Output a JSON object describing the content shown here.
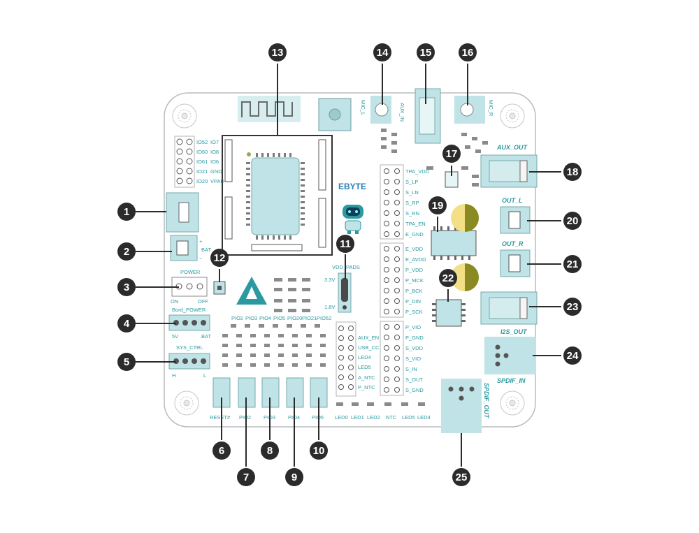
{
  "callouts": [
    "1",
    "2",
    "3",
    "4",
    "5",
    "6",
    "7",
    "8",
    "9",
    "10",
    "11",
    "12",
    "13",
    "14",
    "15",
    "16",
    "17",
    "18",
    "19",
    "20",
    "21",
    "22",
    "23",
    "24",
    "25"
  ],
  "left_header_labels": {
    "col1": [
      "IO52",
      "IO60",
      "IO61",
      "IO21",
      "IO20"
    ],
    "col2": [
      "IO7",
      "IO8",
      "IO6",
      "GND",
      "VPAD"
    ]
  },
  "power_labels": {
    "bat": "BAT",
    "plus": "+",
    "minus": "−",
    "power": "POWER",
    "on": "ON",
    "off": "OFF",
    "bord_power": "Bord_POWER",
    "v5": "5V",
    "bat2": "BAT",
    "sys_ctrl": "SYS_CTRL",
    "h": "H",
    "l": "L"
  },
  "button_labels": [
    "RESET#",
    "PIO2",
    "PIO3",
    "PIO4",
    "PIO5"
  ],
  "pio_row_labels": [
    "PIO2",
    "PIO3",
    "PIO4",
    "PIO5",
    "PIO20",
    "PIO21",
    "PIO52"
  ],
  "led_labels": [
    "LED0",
    "LED1",
    "LED2",
    "NTC",
    "LED5",
    "LED4"
  ],
  "vdd_pads": {
    "title": "VDD_PADS",
    "v33": "3.3V",
    "v18": "1.8V"
  },
  "brand": "EBYTE",
  "mid_header_labels": [
    "AUX_EN",
    "USB_CC",
    "LED4",
    "LED5",
    "A_NTC",
    "P_NTC"
  ],
  "right_header_labels": {
    "group1": [
      "TPA_VDD",
      "S_LP",
      "S_LN",
      "S_RP",
      "S_RN",
      "TPA_EN",
      "E_GND"
    ],
    "group2": [
      "E_VDD",
      "E_AVDD",
      "P_VDD",
      "P_MCK",
      "P_BCK",
      "P_DIN",
      "P_SCK"
    ],
    "group3": [
      "P_VIO",
      "P_GND",
      "S_VDD",
      "S_VIO",
      "S_IN",
      "S_OUT",
      "S_GND"
    ]
  },
  "connector_labels": {
    "mic_l": "MIC_L",
    "aux_in": "AUX_IN",
    "mic_r": "MIC_R",
    "aux_out": "AUX_OUT",
    "out_l": "OUT_L",
    "out_r": "OUT_R",
    "i2s_out": "I2S_OUT",
    "spdif_in": "SPDIF_IN",
    "spdif_out": "SPDIF_OUT"
  },
  "colors": {
    "board_outline": "#b8bcbd",
    "callout": "#2b2b2b",
    "accent": "#2a9aa0",
    "component_fill": "#bfe3e6",
    "capacitor_yellow": "#f2df86",
    "capacitor_olive": "#8a8a22"
  }
}
